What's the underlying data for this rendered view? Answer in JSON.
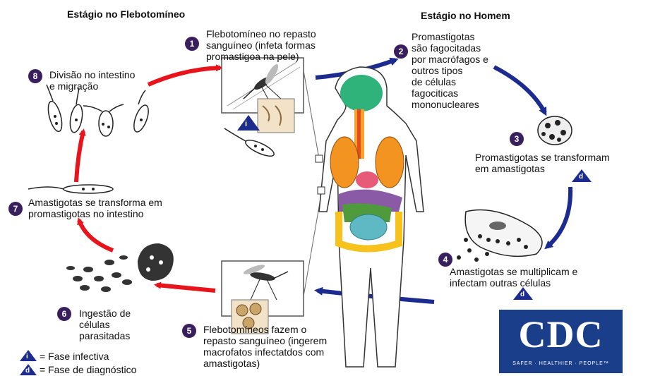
{
  "headers": {
    "flebotomineo": "Estágio no Flebotomíneo",
    "homem": "Estágio no Homem"
  },
  "steps": [
    {
      "num": "1",
      "text": "Flebotomíneo no repasto\nsanguíneo (infeta formas\npromastigoa na pele)"
    },
    {
      "num": "2",
      "text": "Promastigotas\nsão fagocitadas\npor macrófagos e\noutros tipos\nde células\nfagociticas\nmononucleares"
    },
    {
      "num": "3",
      "text": "Promastigotas se transformam\nem amastigotas"
    },
    {
      "num": "4",
      "text": "Amastigotas se multiplicam e\ninfectam outras células"
    },
    {
      "num": "5",
      "text": "Flebotomíneos fazem o\nrepasto sanguíneo (ingerem\nmacrofatos infectatdos com\namastigotas)"
    },
    {
      "num": "6",
      "text": "Ingestão de\ncélulas\nparasitadas"
    },
    {
      "num": "7",
      "text": "Amastigotas se transforma em\npromastigotas no intestino"
    },
    {
      "num": "8",
      "text": "Divisão no intestino\ne migração"
    }
  ],
  "badges": {
    "infective_letter": "i",
    "diagnostic_letter": "d"
  },
  "legend": {
    "infective": "=  Fase infectiva",
    "diagnostic": "=  Fase de diagnóstico"
  },
  "logo": {
    "word": "CDC",
    "tagline": "SAFER · HEALTHIER · PEOPLE™"
  },
  "colors": {
    "vector_arrows": "#e8141b",
    "human_arrows": "#1c2b8f",
    "badge_fill": "#1c2b8f",
    "number_circle": "#3a1f5e"
  },
  "icons": [
    "sandfly-icon",
    "human-organs-icon",
    "promastigote-icon",
    "macrophage-icon",
    "amastigote-icon",
    "triangle-badge-icon"
  ]
}
